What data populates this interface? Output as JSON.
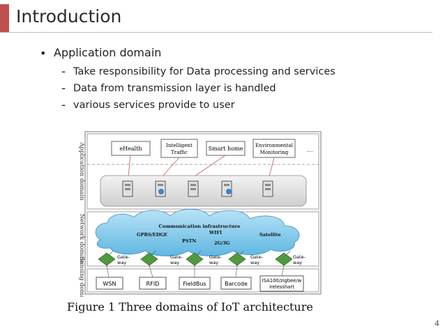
{
  "slide": {
    "title": "Introduction",
    "page_number": "4",
    "accent_color": "#c0504d"
  },
  "content": {
    "bullet": "Application domain",
    "subitems": [
      "Take responsibility for Data processing and services",
      "Data from transmission layer is handled",
      "various services provide to user"
    ]
  },
  "figure": {
    "caption": "Figure 1 Three domains of IoT architecture",
    "domains": {
      "application": "Application domain",
      "network": "Network domain",
      "sensing": "Sensing domain"
    },
    "apps": [
      "eHealth",
      "Intelligent Traffic",
      "Smart home",
      "Environmental Monitoring",
      "..."
    ],
    "cloud_title": "Communication infrastructure",
    "networks": [
      "GPRS/EDGE",
      "WIFI",
      "Satellite",
      "PSTN",
      "2G/3G"
    ],
    "gateway_label": "Gate-way",
    "devices": [
      "WSN",
      "RFID",
      "FieldBus",
      "Barcode",
      "ISA100/zigbee/wirelesshart"
    ]
  }
}
